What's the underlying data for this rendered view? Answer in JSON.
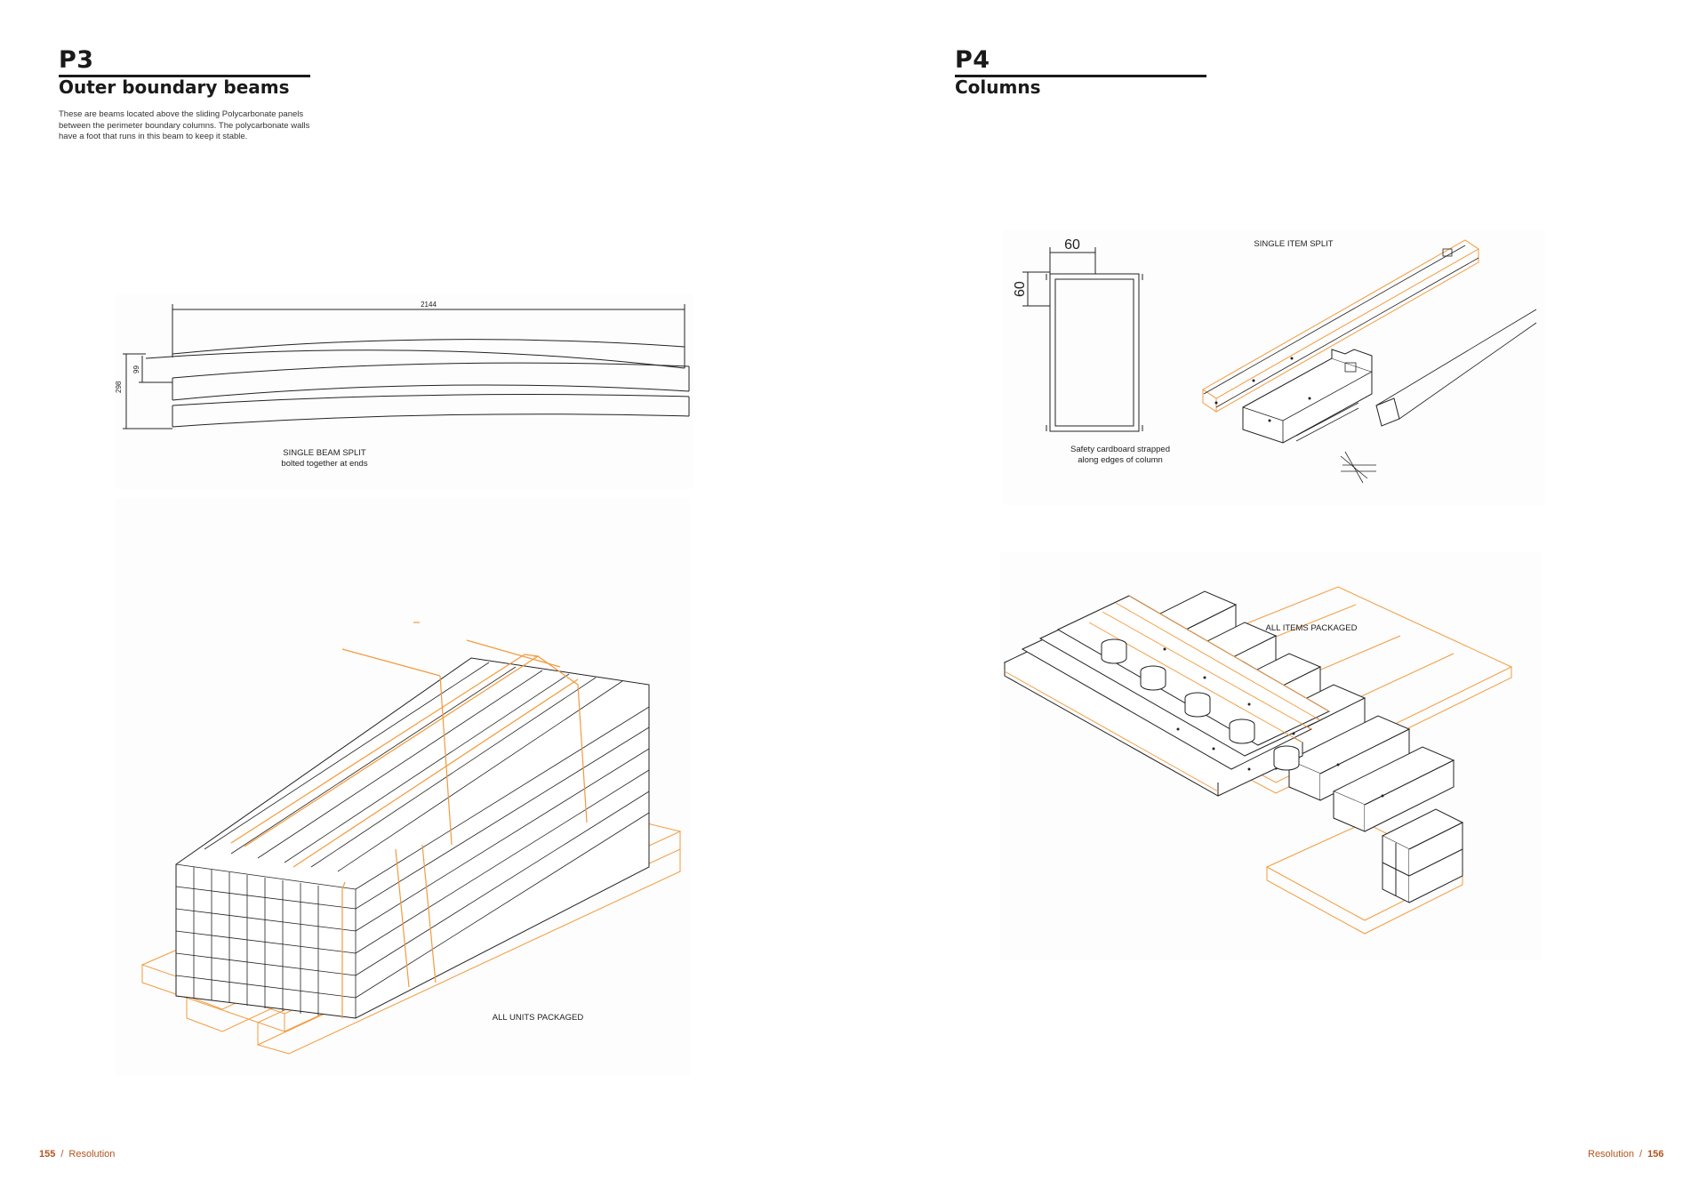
{
  "left_page": {
    "code": "P3",
    "title": "Outer boundary beams",
    "description": "These are beams located above the sliding Polycarbonate panels between the perimeter boundary columns. The polycarbonate walls have a foot that runs in this beam to keep it stable.",
    "beam_drawing": {
      "dim_length": "2144",
      "dim_height": "298",
      "dim_offset": "99",
      "caption_line1": "SINGLE BEAM SPLIT",
      "caption_line2": "bolted together at ends"
    },
    "package_caption": "ALL UNITS PACKAGED",
    "footer": {
      "page_number": "155",
      "section": "Resolution"
    }
  },
  "right_page": {
    "code": "P4",
    "title": "Columns",
    "section_drawing": {
      "dim_top": "60",
      "dim_side": "60",
      "caption_line1": "Safety cardboard strapped",
      "caption_line2": "along edges of column"
    },
    "split_caption": "SINGLE ITEM SPLIT",
    "package_caption": "ALL ITEMS PACKAGED",
    "footer": {
      "page_number": "156",
      "section": "Resolution"
    }
  },
  "colors": {
    "accent": "#f39a3d",
    "footer": "#b3541e",
    "ink": "#1a1a1a"
  }
}
